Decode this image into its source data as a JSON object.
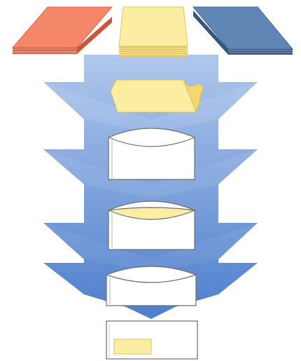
{
  "diagram": {
    "stack_colors": {
      "left": {
        "top": "#f4876a",
        "edge": "#e0674a",
        "side": "#c9553a"
      },
      "center": {
        "top": "#fbeea2",
        "edge": "#f1d96e",
        "side": "#e3c85a"
      },
      "right": {
        "top": "#5f86b5",
        "edge": "#45668f",
        "side": "#34557e"
      }
    },
    "flow_gradient": {
      "top": "#a9c2ea",
      "bottom": "#3e73c8"
    },
    "folder_color": "#fbeea2",
    "folder_outline": "#d8c05a",
    "frame_stroke": "#6d6d6d",
    "container_fill": "#ffffff",
    "highlight_fill": "#fbeea2",
    "icons": [
      "stack-red",
      "stack-yellow",
      "stack-blue",
      "folder",
      "filter-empty",
      "filter-partial",
      "filter-result",
      "output-box"
    ]
  }
}
